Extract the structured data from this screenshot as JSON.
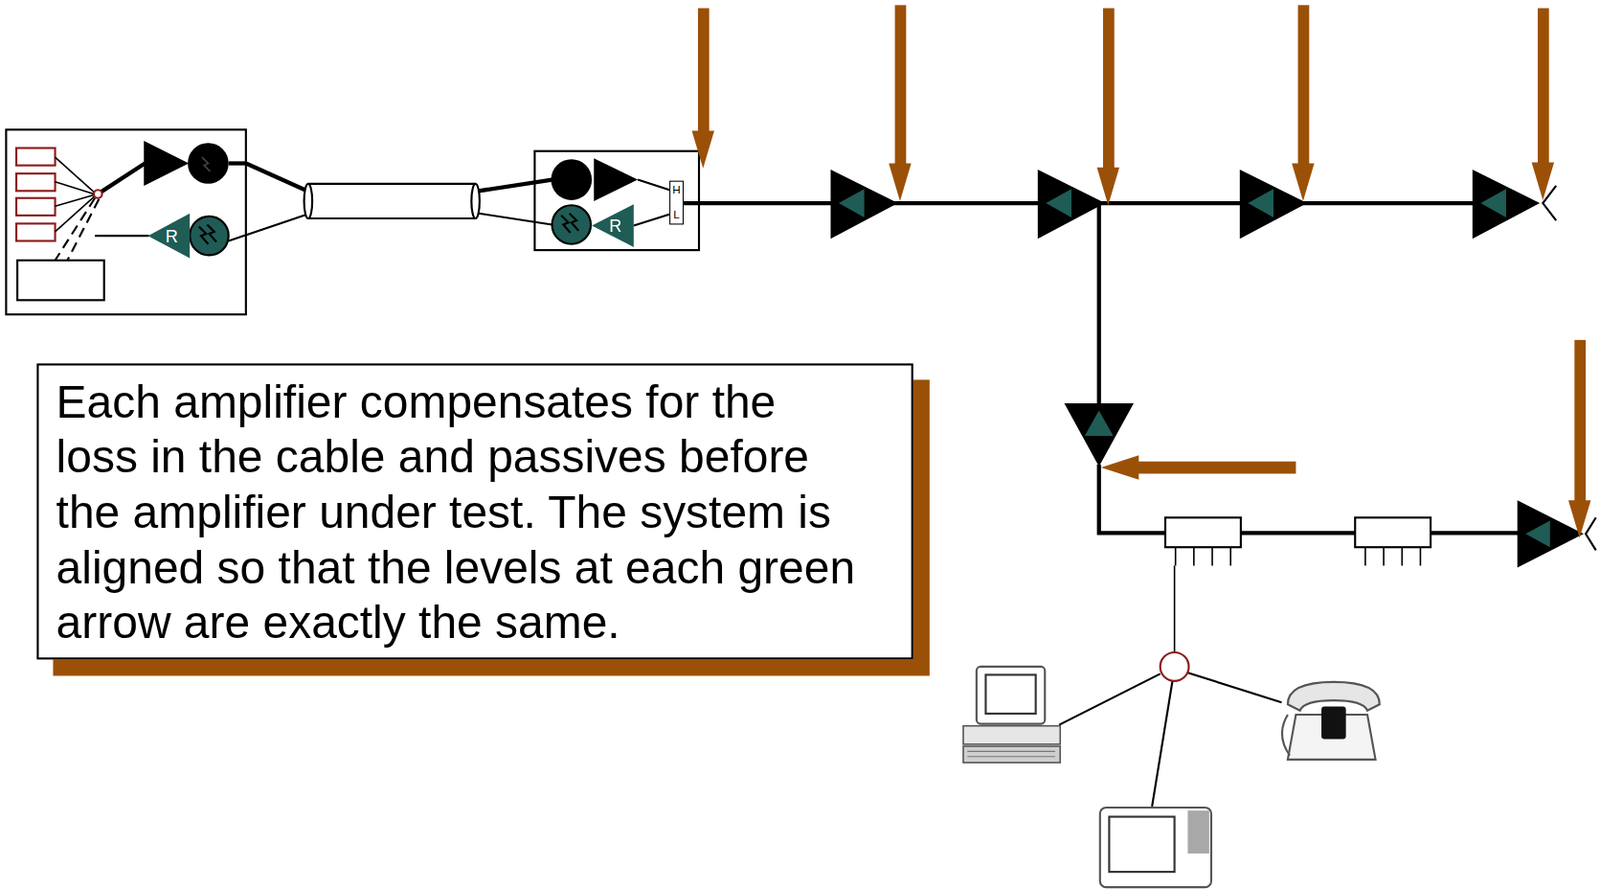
{
  "diagram": {
    "nodes": [
      {
        "text": [
          "R"
        ]
      },
      {
        "text": [
          "R"
        ]
      },
      {
        "text": [
          "H",
          "L"
        ]
      },
      {
        "text": [
          "Each amplifier compensates for the loss in the cable and passives before the amplifier under test. The system is aligned so that the levels at each green arrow are exactly the same."
        ]
      }
    ],
    "edges": [
      {
        "from": 2,
        "to": 1,
        "arrow": "none"
      }
    ]
  }
}
